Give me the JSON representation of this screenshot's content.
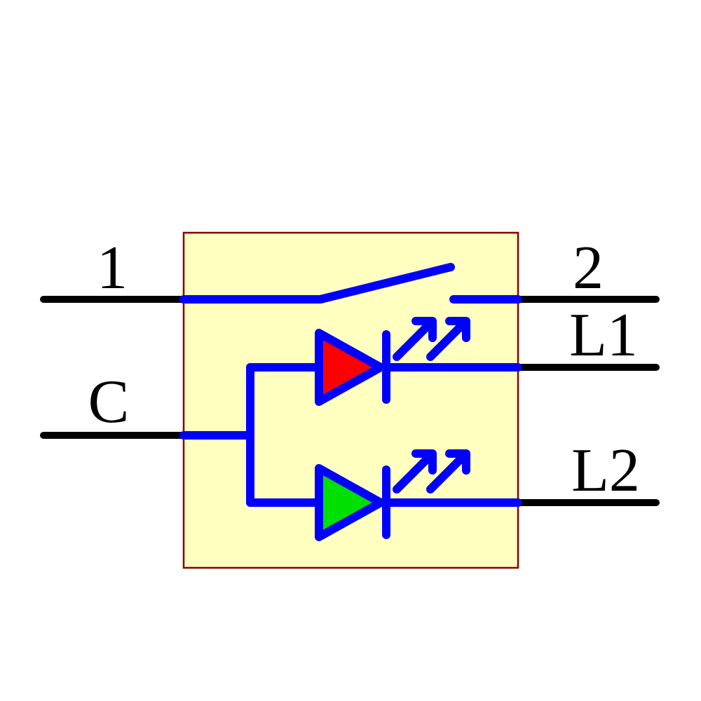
{
  "diagram": {
    "type": "circuit-schematic-symbol",
    "description": "Single-pole switch element with two antiparallel indicator LEDs (red and green) on a common terminal",
    "labels": {
      "pin1": "1",
      "pin2": "2",
      "pinC": "C",
      "pinL1": "L1",
      "pinL2": "L2"
    },
    "components": {
      "switch": "open switch contact between pin 1 and pin 2",
      "led_red": "red LED from common C to L1",
      "led_green": "green LED from common C to L2"
    },
    "colors": {
      "background": "#ffffff",
      "body_fill": "#ffffc0",
      "body_border": "#8b0000",
      "wire_blue": "#0000ff",
      "terminal_black": "#000000",
      "led1_fill": "#ff0000",
      "led2_fill": "#00e000",
      "label_color": "#000000"
    }
  }
}
